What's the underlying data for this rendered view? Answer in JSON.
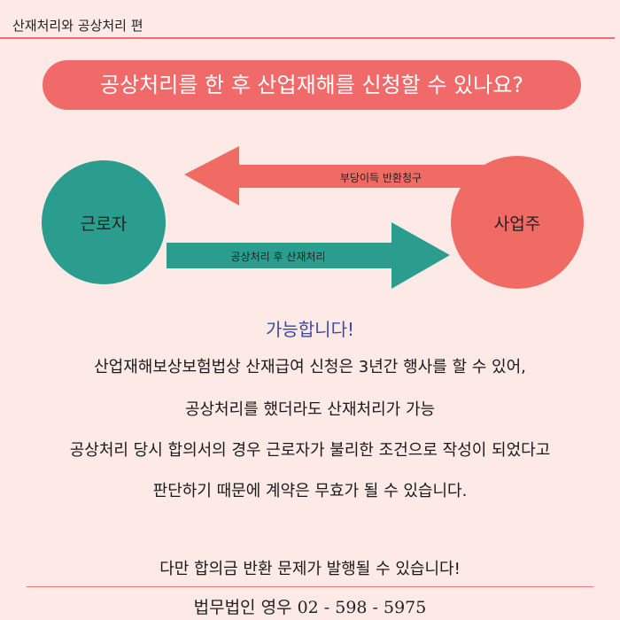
{
  "header": {
    "title": "산재처리와 공상처리 편"
  },
  "question": "공상처리를 한 후 산업재해를 신청할 수 있나요?",
  "diagram": {
    "left_node": "근로자",
    "right_node": "사업주",
    "top_arrow": "부당이득 반환청구",
    "bottom_arrow": "공상처리 후 산재처리",
    "colors": {
      "teal": "#2a9d8f",
      "coral": "#ef6b64"
    }
  },
  "answer": "가능합니다!",
  "body_lines": [
    "산업재해보상보험법상 산재급여 신청은 3년간 행사를 할 수 있어,",
    "공상처리를 했더라도 산재처리가 가능",
    "공상처리 당시 합의서의 경우 근로자가 불리한 조건으로 작성이 되었다고",
    "판단하기 때문에 계약은 무효가 될 수 있습니다."
  ],
  "warning": "다만 합의금 반환 문제가 발행될 수 있습니다!",
  "footer": {
    "contact": "법무법인 영우 02 - 598 - 5975"
  }
}
